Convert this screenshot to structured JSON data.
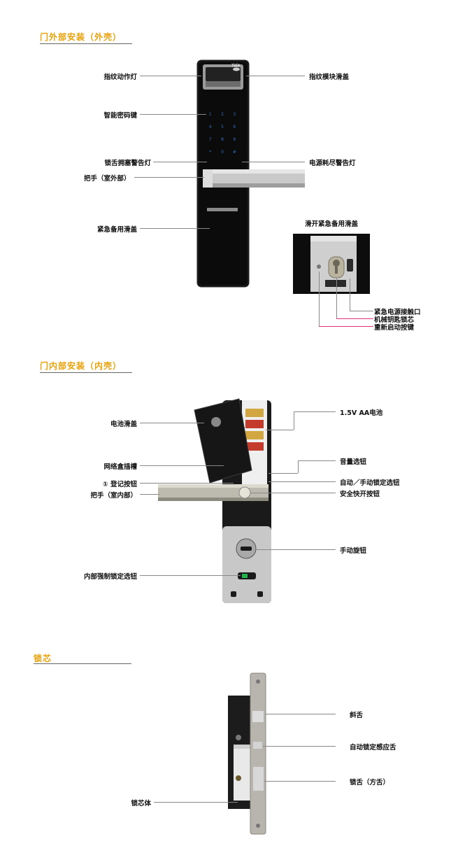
{
  "sections": {
    "exterior": {
      "title": "门外部安装（外壳）",
      "labels": {
        "fingerprint_light": "指纹动作灯",
        "smart_keypad": "智能密码键",
        "jam_warning_light": "锁舌拥塞警告灯",
        "handle_outside": "把手（室外部）",
        "emergency_cover": "紧急备用滑盖",
        "fingerprint_cover": "指纹模块滑盖",
        "power_warning_light": "电源耗尽警告灯"
      },
      "keypad_digits": [
        "1",
        "2",
        "3",
        "4",
        "5",
        "6",
        "7",
        "8",
        "9",
        "*",
        "0",
        "#"
      ],
      "brand": "Yale",
      "inset": {
        "title": "滑开紧急备用滑盖",
        "labels": {
          "emergency_power": "紧急电源接触口",
          "key_cylinder": "机械钥匙锁芯",
          "restart_button": "重新启动按键"
        }
      }
    },
    "interior": {
      "title": "门内部安装（内壳）",
      "labels": {
        "battery_cover": "电池滑盖",
        "network_slot": "网络盒插槽",
        "register_button": "① 登记按钮",
        "handle_inside": "把手（室内部）",
        "force_lock": "内部强制锁定选钮",
        "battery": "1.5V AA电池",
        "volume": "音量选钮",
        "auto_manual": "自动／手动锁定选钮",
        "safety_open": "安全快开按钮",
        "manual_knob": "手动旋钮"
      }
    },
    "mortise": {
      "title": "锁芯",
      "labels": {
        "latch": "斜舌",
        "auto_sensor": "自动锁定感应舌",
        "deadbolt": "锁舌（方舌）",
        "body": "锁芯体"
      }
    }
  },
  "colors": {
    "accent": "#e8a10a",
    "highlight": "#e0307a"
  }
}
